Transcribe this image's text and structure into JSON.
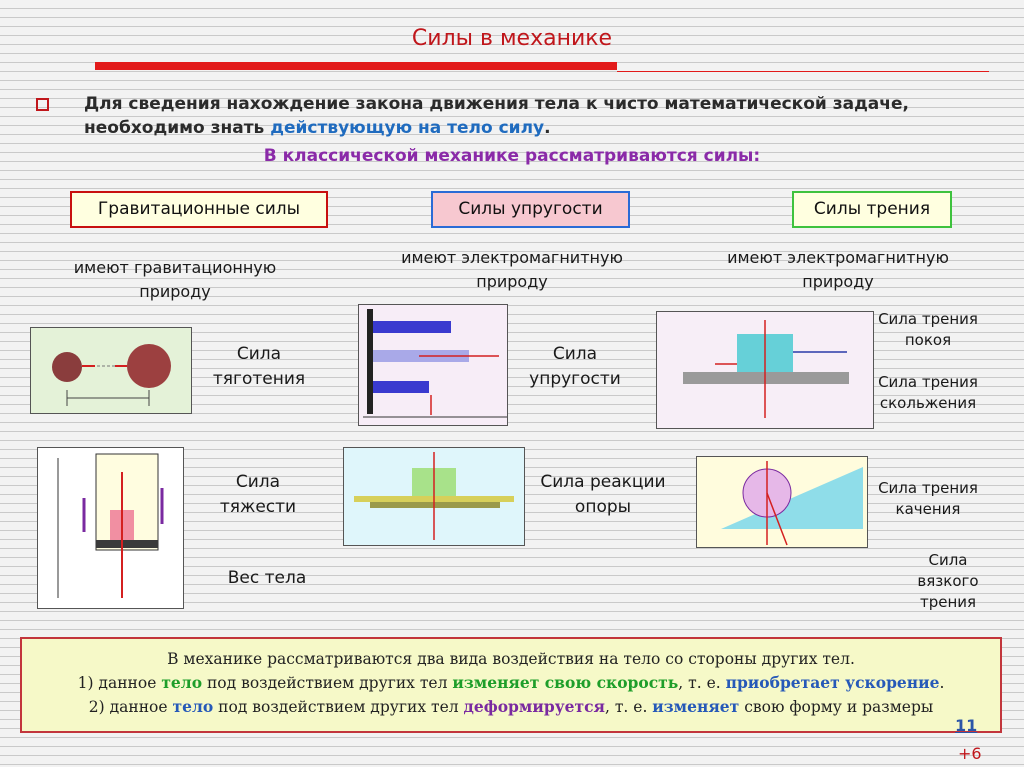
{
  "title": "Силы в механике",
  "intro": {
    "line1": "Для сведения нахождение закона движения тела к чисто математической задаче,",
    "line2_pre": "необходимо знать ",
    "line2_hl": "действующую на тело силу",
    "line2_post": "."
  },
  "subtitle": "В классической механике рассматриваются силы:",
  "categories": [
    {
      "label": "Гравитационные силы",
      "nature": "имеют гравитационную природу"
    },
    {
      "label": "Силы упругости",
      "nature": "имеют электромагнитную природу"
    },
    {
      "label": "Силы трения",
      "nature": "имеют электромагнитную природу"
    }
  ],
  "forces": {
    "gravitation": "Сила тяготения",
    "elasticity": "Сила упругости",
    "gravity": "Сила тяжести",
    "reaction": "Сила реакции опоры",
    "weight": "Вес тела",
    "static_friction": "Сила трения покоя",
    "sliding_friction": "Сила трения скольжения",
    "rolling_friction": "Сила трения качения",
    "viscous_friction": "Сила вязкого трения"
  },
  "note": {
    "line1": "В механике рассматриваются два вида воздействия на тело со стороны других тел.",
    "l2a": "1) данное ",
    "l2b": "тело",
    "l2c": " под воздействием других тел ",
    "l2d": "изменяет свою скорость",
    "l2e": ", т. е. ",
    "l2f": "приобретает ускорение",
    "l2g": ".",
    "l3a": "2) данное ",
    "l3b": "тело",
    "l3c": " под воздействием других тел ",
    "l3d": "деформируется",
    "l3e": ", т. е. ",
    "l3f": "изменяет",
    "l3g": " свою форму и размеры"
  },
  "page_number": "11",
  "page_extra": "+6",
  "colors": {
    "title": "#c0161b",
    "accent_blue": "#1f6bbf",
    "subtitle": "#8a2aa8"
  }
}
